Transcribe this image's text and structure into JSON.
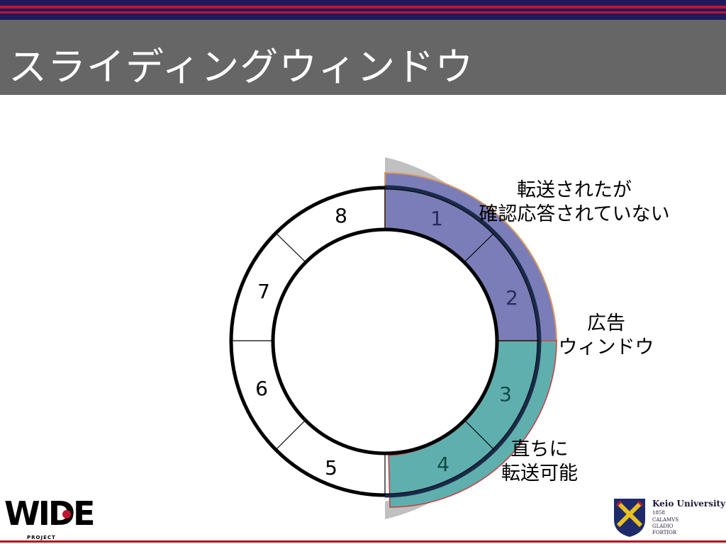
{
  "title": "スライディングウィンドウ",
  "diagram": {
    "ring_labels": [
      "1",
      "2",
      "3",
      "4",
      "5",
      "6",
      "7",
      "8"
    ],
    "annotations": [
      {
        "id": "sent-unacked",
        "lines": [
          "転送されたが",
          "確認応答されていない"
        ]
      },
      {
        "id": "advertised-window",
        "lines": [
          "広告",
          "ウィンドウ"
        ]
      },
      {
        "id": "ready-to-send",
        "lines": [
          "直ちに",
          "転送可能"
        ]
      }
    ],
    "colors": {
      "sent_unacked": "#7b7db8",
      "ready": "#5fafae",
      "window_shadow": "#c0c0c0",
      "ring_stroke": "#000000"
    }
  },
  "footer": {
    "wide_logo": "WIDE",
    "wide_sub": "PROJECT",
    "keio_name": "Keio University",
    "keio_year": "1858",
    "keio_motto": [
      "CALAMVS",
      "GLADIO",
      "FORTIOR"
    ]
  }
}
